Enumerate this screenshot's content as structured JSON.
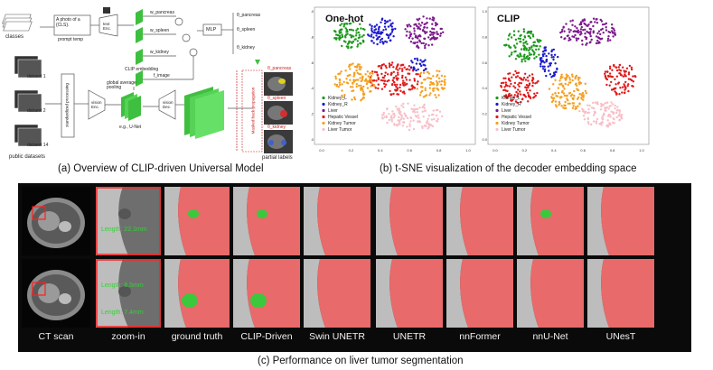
{
  "panel_a": {
    "caption": "(a) Overview of CLIP-driven Universal Model",
    "classes_label": "classes",
    "prompt_text": "A photo of a {CLS}.",
    "prompt_label": "prompt temp",
    "text_enc_label": "text Enc.",
    "clip_embedding_label": "CLIP embedding",
    "w_labels": [
      "w_pancreas",
      "w_spleen",
      "w_kidney"
    ],
    "f_image_label": "f_image",
    "mlp_label": "MLP",
    "theta_labels": [
      "θ_pancreas",
      "θ_spleen",
      "θ_kidney"
    ],
    "datasets": [
      "dataset 1",
      "dataset 2",
      "dataset 14"
    ],
    "public_datasets_label": "public datasets",
    "standardized_label": "standardized processing",
    "vision_enc_label": "vision Enc.",
    "gap_label": "global average pooling",
    "unet_label": "e.g., U-Net",
    "vision_dec_label": "vision Dec.",
    "masked_label": "Masked back-propagation",
    "partial_labels_label": "partial labels",
    "out_labels": [
      "θ_pancreas",
      "θ_spleen",
      "θ_kidney"
    ]
  },
  "panel_b": {
    "caption": "(b) t-SNE visualization of the decoder embedding space",
    "plots": [
      {
        "title": "One-hot"
      },
      {
        "title": "CLIP"
      }
    ],
    "legend": [
      "Kidney_L",
      "Kidney_R",
      "Liver",
      "Hepatic Vessel",
      "Kidney Tumor",
      "Liver Tumor"
    ],
    "x_ticks": [
      "0.0",
      "0.2",
      "0.4",
      "0.6",
      "0.8",
      "1.0"
    ],
    "y_ticks": [
      "1.0",
      "0.8",
      "0.6",
      "0.4",
      "0.2",
      "0.0"
    ],
    "cluster_colors": {
      "green": "#1a9a1a",
      "blue": "#1a1ad0",
      "purple": "#7a1a8a",
      "red": "#e01a1a",
      "orange": "#f5a020",
      "pink": "#f7c0c8"
    }
  },
  "panel_c": {
    "caption": "(c) Performance on liver tumor segmentation",
    "columns": [
      "CT scan",
      "zoom-in",
      "ground truth",
      "CLIP-Driven",
      "Swin UNETR",
      "UNETR",
      "nnFormer",
      "nnU-Net",
      "UNesT"
    ],
    "measurements": [
      "Length: 22.1mm",
      "Length: 8.5mm",
      "Length: 7.4mm"
    ],
    "liver_color": "#e86a6a",
    "tumor_color": "#3cc83c"
  }
}
